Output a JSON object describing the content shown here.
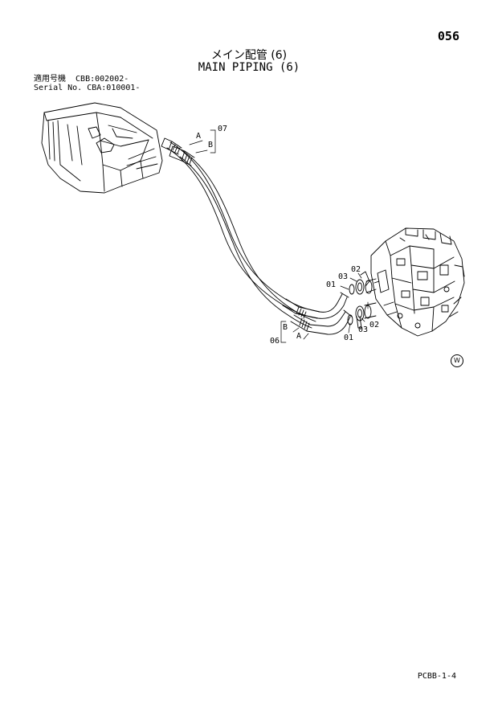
{
  "header": {
    "page_number": "056",
    "title_jp": "メイン配管 (6)",
    "title_en": "MAIN PIPING (6)"
  },
  "serial": {
    "line1": "適用号機  CBB:002002-",
    "line2": "Serial No. CBA:010001-"
  },
  "callouts": {
    "upper_group": "07",
    "upper_a": "A",
    "upper_b": "B",
    "lower_group": "06",
    "lower_a": "A",
    "lower_b": "B",
    "top_01": "01",
    "top_02": "02",
    "top_03": "03",
    "bottom_01": "01",
    "bottom_02": "02",
    "bottom_03": "03"
  },
  "copyright_mark": "W",
  "footer": {
    "code": "PCBB-1-4"
  }
}
